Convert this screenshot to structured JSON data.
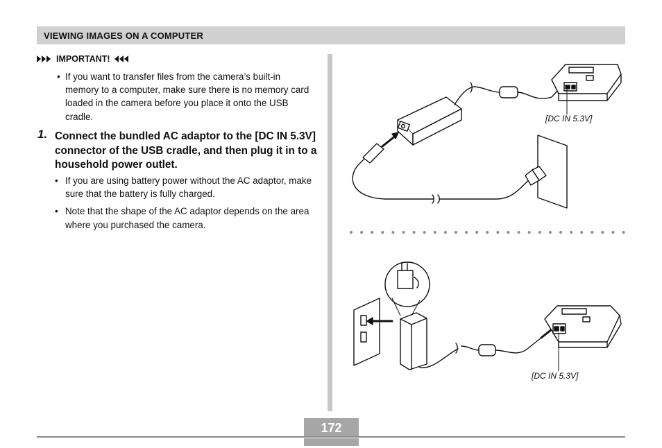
{
  "header": {
    "title": "VIEWING IMAGES ON A COMPUTER"
  },
  "important": {
    "label": "IMPORTANT!",
    "bullet": "If you want to transfer files from the camera’s built-in memory to a computer, make sure there is no memory card loaded in the camera before you place it onto the USB cradle."
  },
  "step": {
    "number": "1.",
    "text": "Connect the bundled AC adaptor to the [DC IN 5.3V] connector of the USB cradle, and then plug it in to a household power outlet.",
    "bullets": [
      "If you are using battery power without the AC adaptor, make sure that the battery is fully charged.",
      "Note that the shape of the AC adaptor depends on the area where you purchased the camera."
    ]
  },
  "diagram_top": {
    "label": "[DC IN 5.3V]"
  },
  "diagram_bottom": {
    "label": "[DC IN 5.3V]"
  },
  "page": {
    "number": "172"
  }
}
